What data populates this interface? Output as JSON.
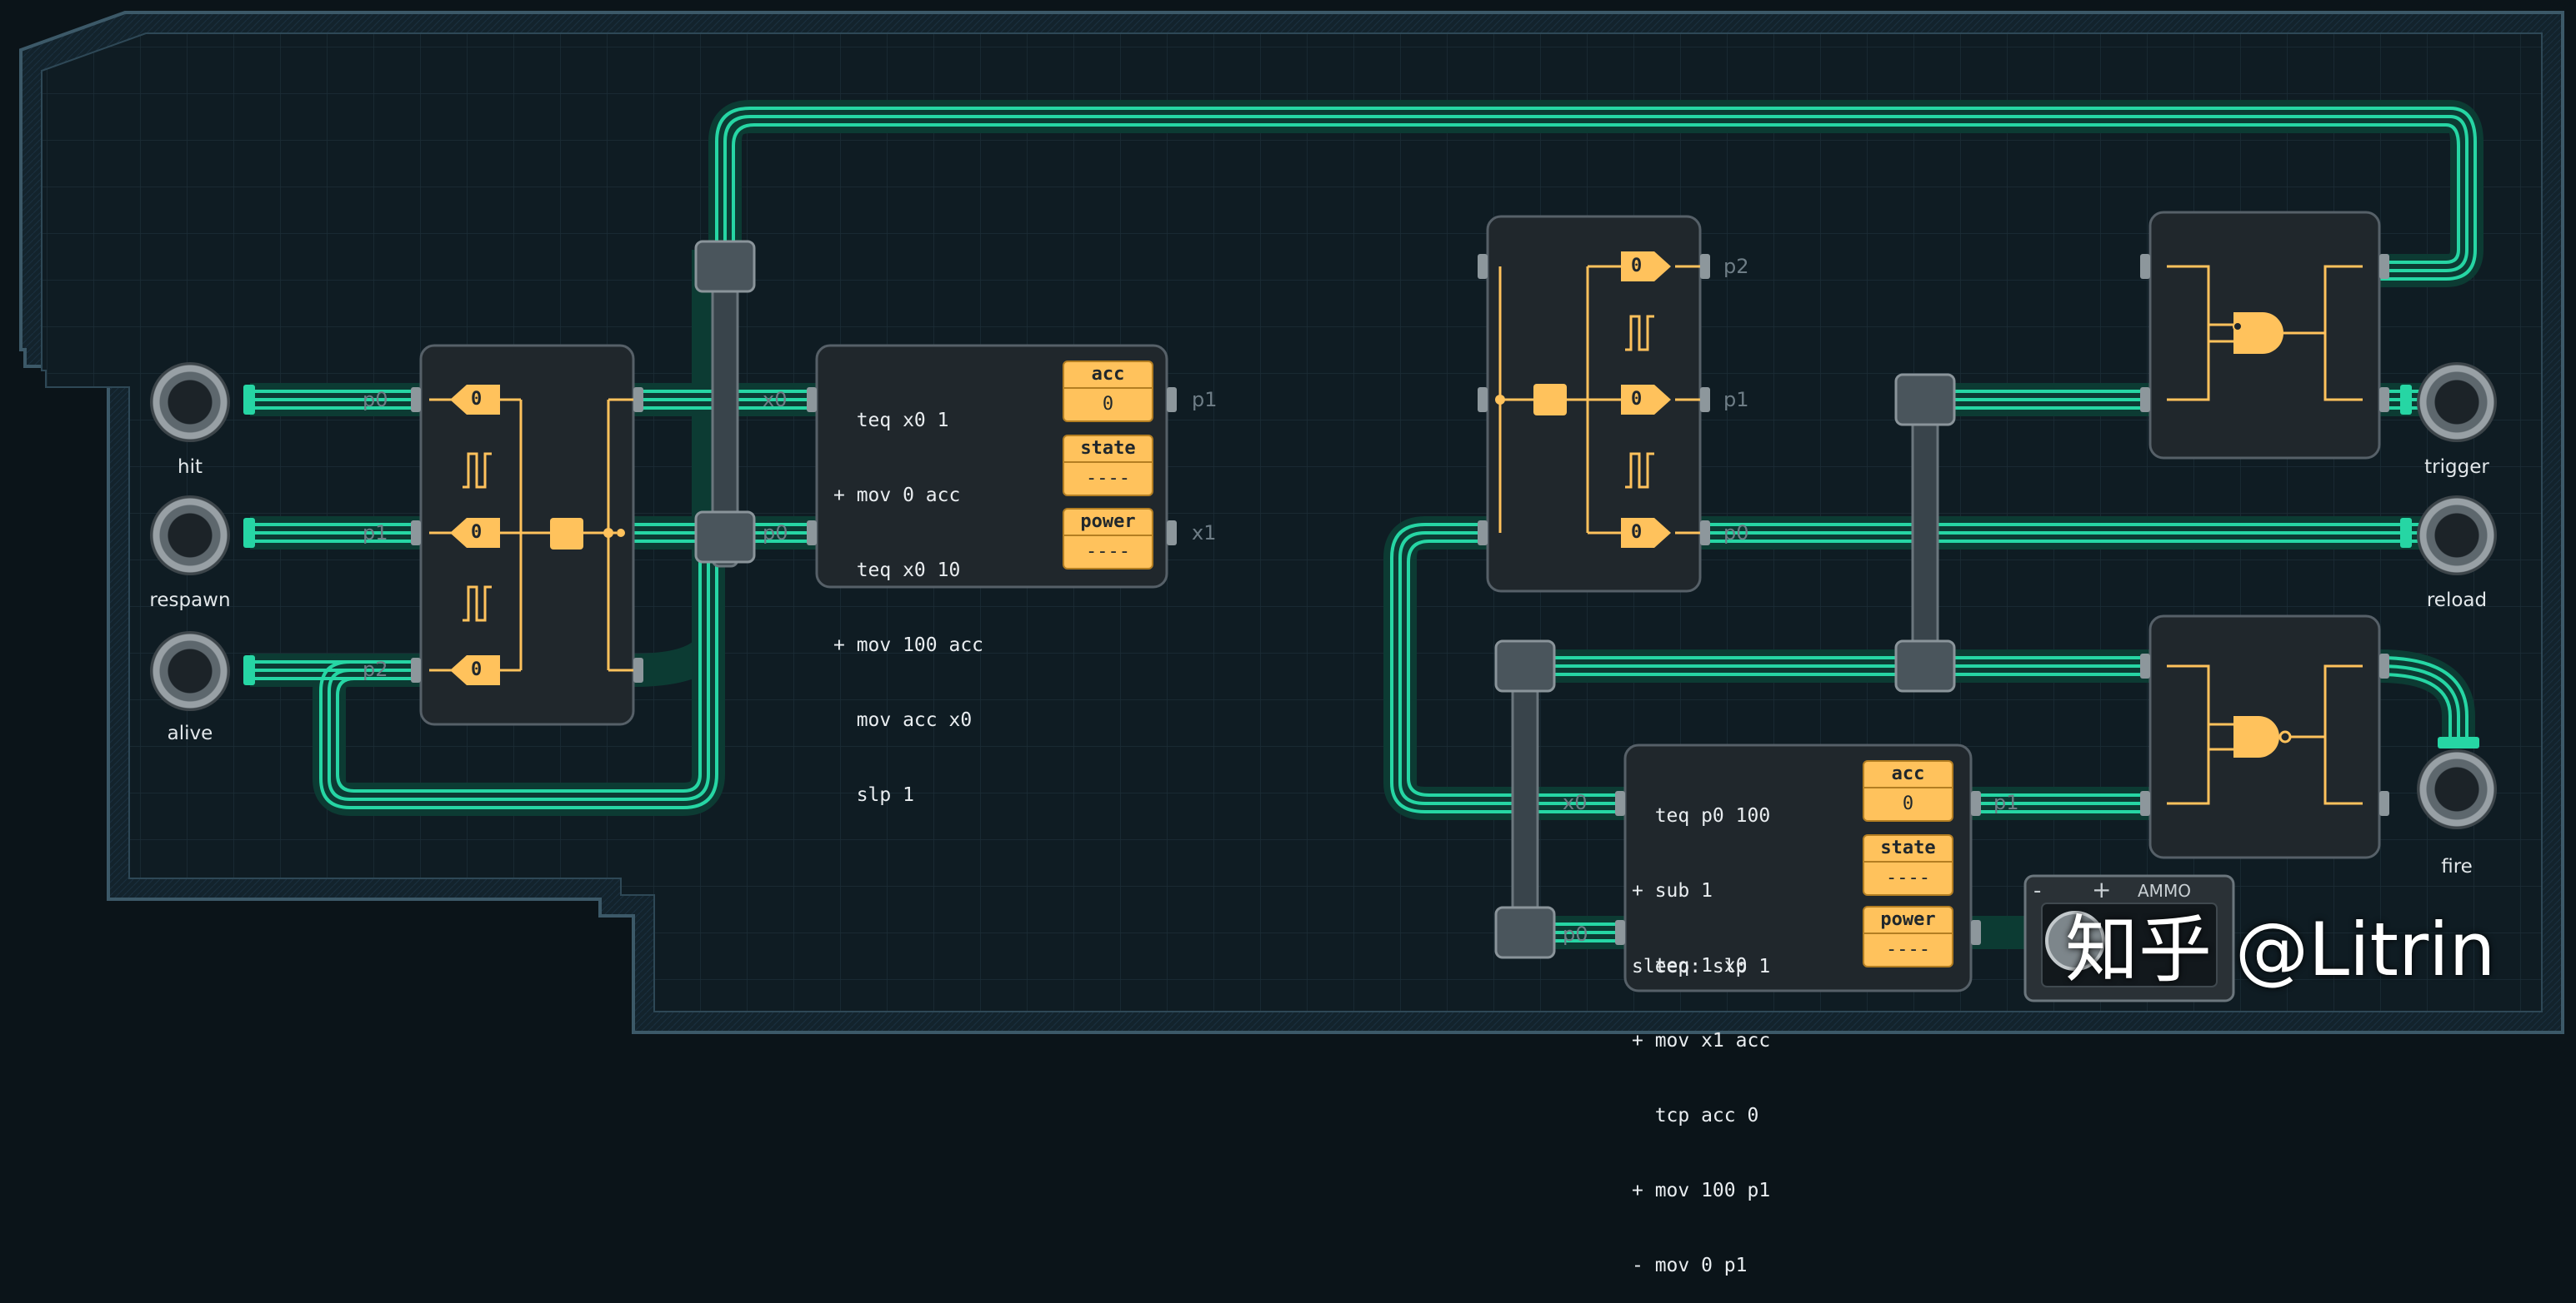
{
  "ports": {
    "hit": "hit",
    "respawn": "respawn",
    "alive": "alive",
    "trigger": "trigger",
    "reload": "reload",
    "fire": "fire"
  },
  "controller1": {
    "pins": {
      "p0": "p0",
      "p1": "p1",
      "p2": "p2"
    },
    "constants": [
      "0",
      "0",
      "0"
    ]
  },
  "mc1": {
    "code": [
      "  teq x0 1",
      "+ mov 0 acc",
      "  teq x0 10",
      "+ mov 100 acc",
      "  mov acc x0",
      "  slp 1"
    ],
    "registers": [
      {
        "name": "acc",
        "value": "0"
      },
      {
        "name": "state",
        "value": "----"
      },
      {
        "name": "power",
        "value": "----"
      }
    ],
    "pins": {
      "x0": "x0",
      "p0": "p0",
      "p1": "p1",
      "x1": "x1"
    }
  },
  "controller2": {
    "pins": {
      "p2": "p2",
      "p1": "p1",
      "p0": "p0"
    },
    "constants": [
      "0",
      "0",
      "0"
    ]
  },
  "mc2": {
    "code": [
      "  teq p0 100",
      "+ sub 1",
      "  teq 1 x0",
      "+ mov x1 acc",
      "  tcp acc 0",
      "+ mov 100 p1",
      "- mov 0 p1"
    ],
    "sleep": "sleep: slp 1",
    "registers": [
      {
        "name": "acc",
        "value": "0"
      },
      {
        "name": "state",
        "value": "----"
      },
      {
        "name": "power",
        "value": "----"
      }
    ],
    "pins": {
      "x0": "x0",
      "p0": "p0",
      "p1": "p1"
    }
  },
  "ammo": {
    "label": "AMMO",
    "minus": "-",
    "plus": "+"
  },
  "watermark": "知乎 @Litrin",
  "colors": {
    "wire": "#26d6a4",
    "chip": "#ffc25c",
    "panel": "#20272c",
    "background": "#0b1419"
  },
  "icons": [
    "and-gate-icon",
    "nand-gate-icon",
    "pulse-icon",
    "constant-icon"
  ]
}
